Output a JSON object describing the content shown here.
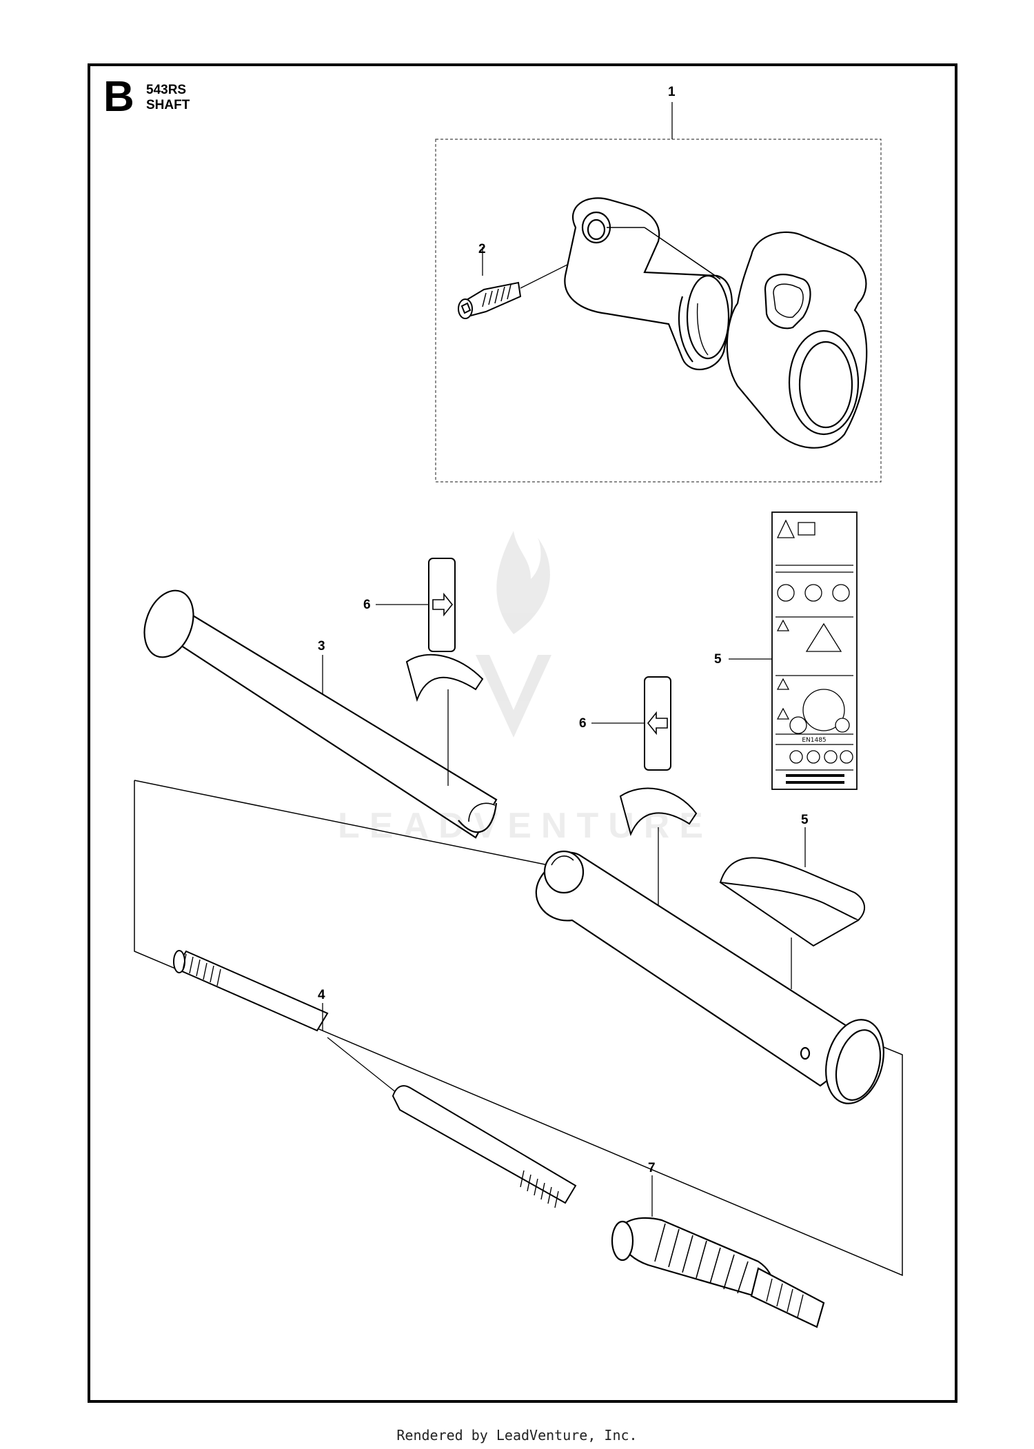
{
  "header": {
    "section_letter": "B",
    "model": "543RS",
    "section_name": "SHAFT"
  },
  "callouts": [
    {
      "id": "c1",
      "label": "1"
    },
    {
      "id": "c2",
      "label": "2"
    },
    {
      "id": "c3",
      "label": "3"
    },
    {
      "id": "c4",
      "label": "4"
    },
    {
      "id": "c5a",
      "label": "5"
    },
    {
      "id": "c5b",
      "label": "5"
    },
    {
      "id": "c6a",
      "label": "6"
    },
    {
      "id": "c6b",
      "label": "6"
    },
    {
      "id": "c7",
      "label": "7"
    }
  ],
  "watermark": {
    "text": "LEADVENTURE"
  },
  "footer": {
    "text": "Rendered by LeadVenture, Inc."
  }
}
